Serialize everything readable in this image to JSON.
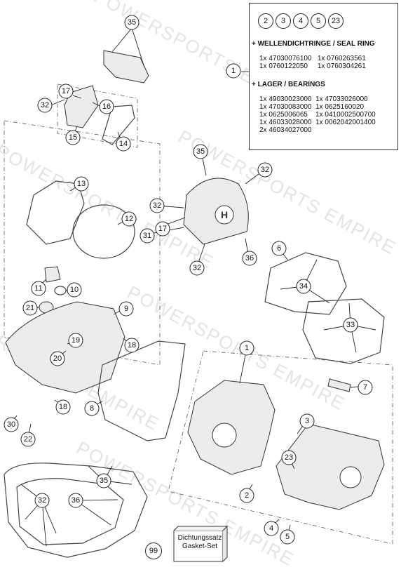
{
  "legend": {
    "refs": [
      "2",
      "3",
      "4",
      "5",
      "23"
    ],
    "seal_heading": "+ WELLENDICHTRINGE / SEAL RING",
    "seal_rows": [
      "1x 47030076100   1x 0760263561",
      "1x 0760122050     1x 0760304261"
    ],
    "bearing_heading": "+ LAGER / BEARINGS",
    "bearing_rows": [
      "1x 49030023000  1x 47033026000",
      "1x 47030083000  1x 0625160020",
      "1x 0625006065    1x 0410002500700",
      "1x 46033028000  1x 0062042001400",
      "2x 46034027000"
    ]
  },
  "callouts": [
    "35",
    "17",
    "32",
    "16",
    "15",
    "14",
    "13",
    "12",
    "35",
    "32",
    "32",
    "17",
    "31",
    "36",
    "32",
    "11",
    "10",
    "21",
    "9",
    "19",
    "18",
    "20",
    "18",
    "8",
    "30",
    "22",
    "1",
    "7",
    "6",
    "34",
    "33",
    "3",
    "23",
    "2",
    "4",
    "5",
    "35",
    "32",
    "36"
  ],
  "legend_ref_callout": "1",
  "kit": {
    "number": "99",
    "label_line1": "Dichtungssatz",
    "label_line2": "Gasket-Set"
  },
  "watermark": "POWERSPORTS EMPIRE"
}
